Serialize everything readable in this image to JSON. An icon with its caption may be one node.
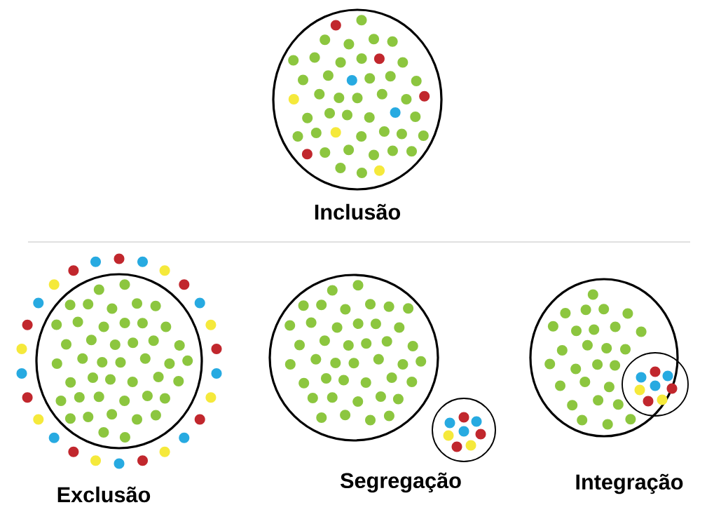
{
  "diagram": {
    "nodes": [
      {
        "text": [
          "Inclusão"
        ]
      },
      {
        "text": [
          "Exclusão"
        ]
      },
      {
        "text": [
          "Segregação"
        ]
      },
      {
        "text": [],
        "shape": "circle"
      },
      {
        "text": [
          "Integração"
        ]
      },
      {
        "text": [],
        "shape": "circle",
        "in": 4
      }
    ]
  }
}
